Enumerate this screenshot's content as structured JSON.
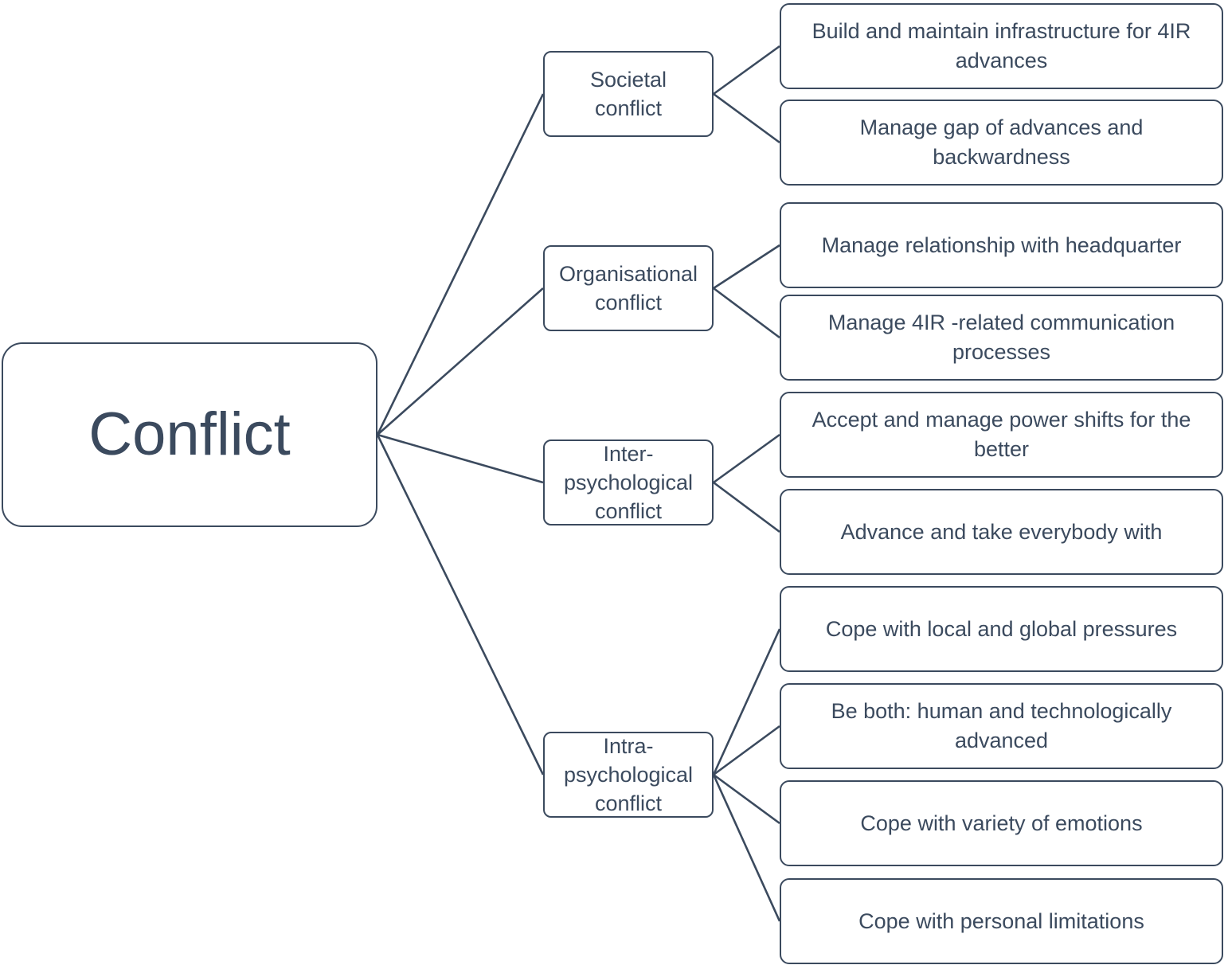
{
  "root": {
    "label": "Conflict"
  },
  "categories": [
    {
      "label": "Societal conflict",
      "children": [
        "Build and maintain infrastructure for 4IR advances",
        "Manage gap of advances and backwardness"
      ]
    },
    {
      "label": "Organisational conflict",
      "children": [
        "Manage relationship with headquarter",
        "Manage 4IR -related communication processes"
      ]
    },
    {
      "label": "Inter-psychological conflict",
      "children": [
        "Accept and manage power shifts for the better",
        "Advance and take everybody with"
      ]
    },
    {
      "label": "Intra-psychological conflict",
      "children": [
        "Cope with local and global pressures",
        "Be both: human and technologically advanced",
        "Cope with variety of emotions",
        "Cope with personal limitations"
      ]
    }
  ],
  "colors": {
    "stroke": "#3b4a5e",
    "text": "#3b4a5e",
    "background": "#ffffff"
  }
}
